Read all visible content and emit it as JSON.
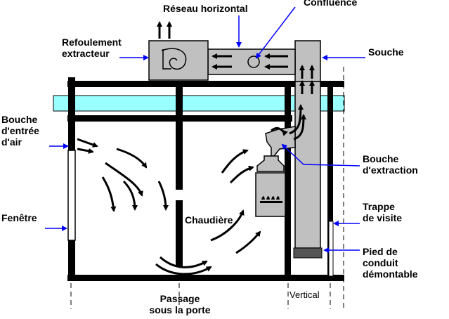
{
  "labels": {
    "reseau_horizontal": "Réseau horizontal",
    "confluence": "Confluence",
    "refoulement": [
      "Refoulement",
      "extracteur"
    ],
    "souche": "Souche",
    "bouche_entree": [
      "Bouche",
      "d'entrée",
      "d'air"
    ],
    "bouche_extraction": [
      "Bouche",
      "d'extraction"
    ],
    "fenetre": "Fenêtre",
    "chaudiere": "Chaudière",
    "trappe": [
      "Trappe",
      "de visite"
    ],
    "pied": [
      "Pied de",
      "conduit",
      "démontable"
    ],
    "passage": [
      "Passage",
      "sous la porte"
    ],
    "vertical": "Vertical"
  },
  "colors": {
    "structure": "#000000",
    "slab": "#99ffff",
    "duct": "#c0c0c0",
    "pointer": "#0000ff",
    "foot": "#555555"
  },
  "icons": [
    "arrow-icon",
    "fan-icon",
    "boiler-icon"
  ]
}
